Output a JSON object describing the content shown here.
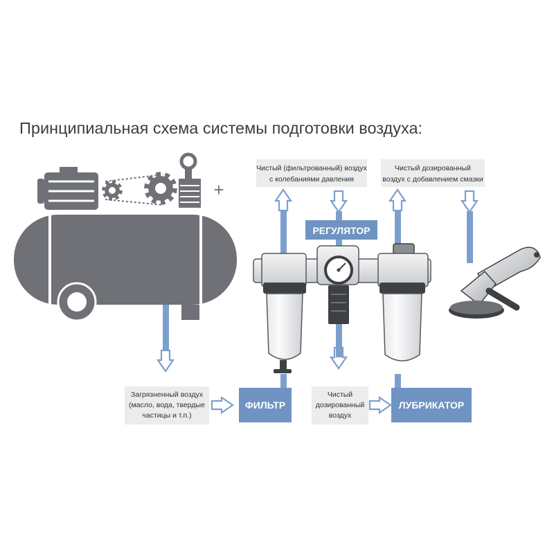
{
  "title": "Принципиальная схема системы подготовки воздуха:",
  "labels": {
    "clean_air_pressure": [
      "Чистый (фильтрованный) воздух",
      "с колебаниями давления"
    ],
    "clean_dosed_lube": [
      "Чистый дозированный",
      "воздух с добавлением смазки"
    ],
    "contaminated_air": [
      "Загрязненный воздух",
      "(масло, вода, твердые",
      "частицы и т.п.)"
    ],
    "clean_dosed_air": [
      "Чистый",
      "дозированный",
      "воздух"
    ]
  },
  "blocks": {
    "regulator": "РЕГУЛЯТОР",
    "filter": "ФИЛЬТР",
    "lubricator": "ЛУБРИКАТОР"
  },
  "plus_sign": "+",
  "colors": {
    "flow": "#7ca0cc",
    "block": "#6f93c3",
    "label_bg": "#ececec",
    "compressor": "#6f7176",
    "title": "#3b3d40"
  }
}
